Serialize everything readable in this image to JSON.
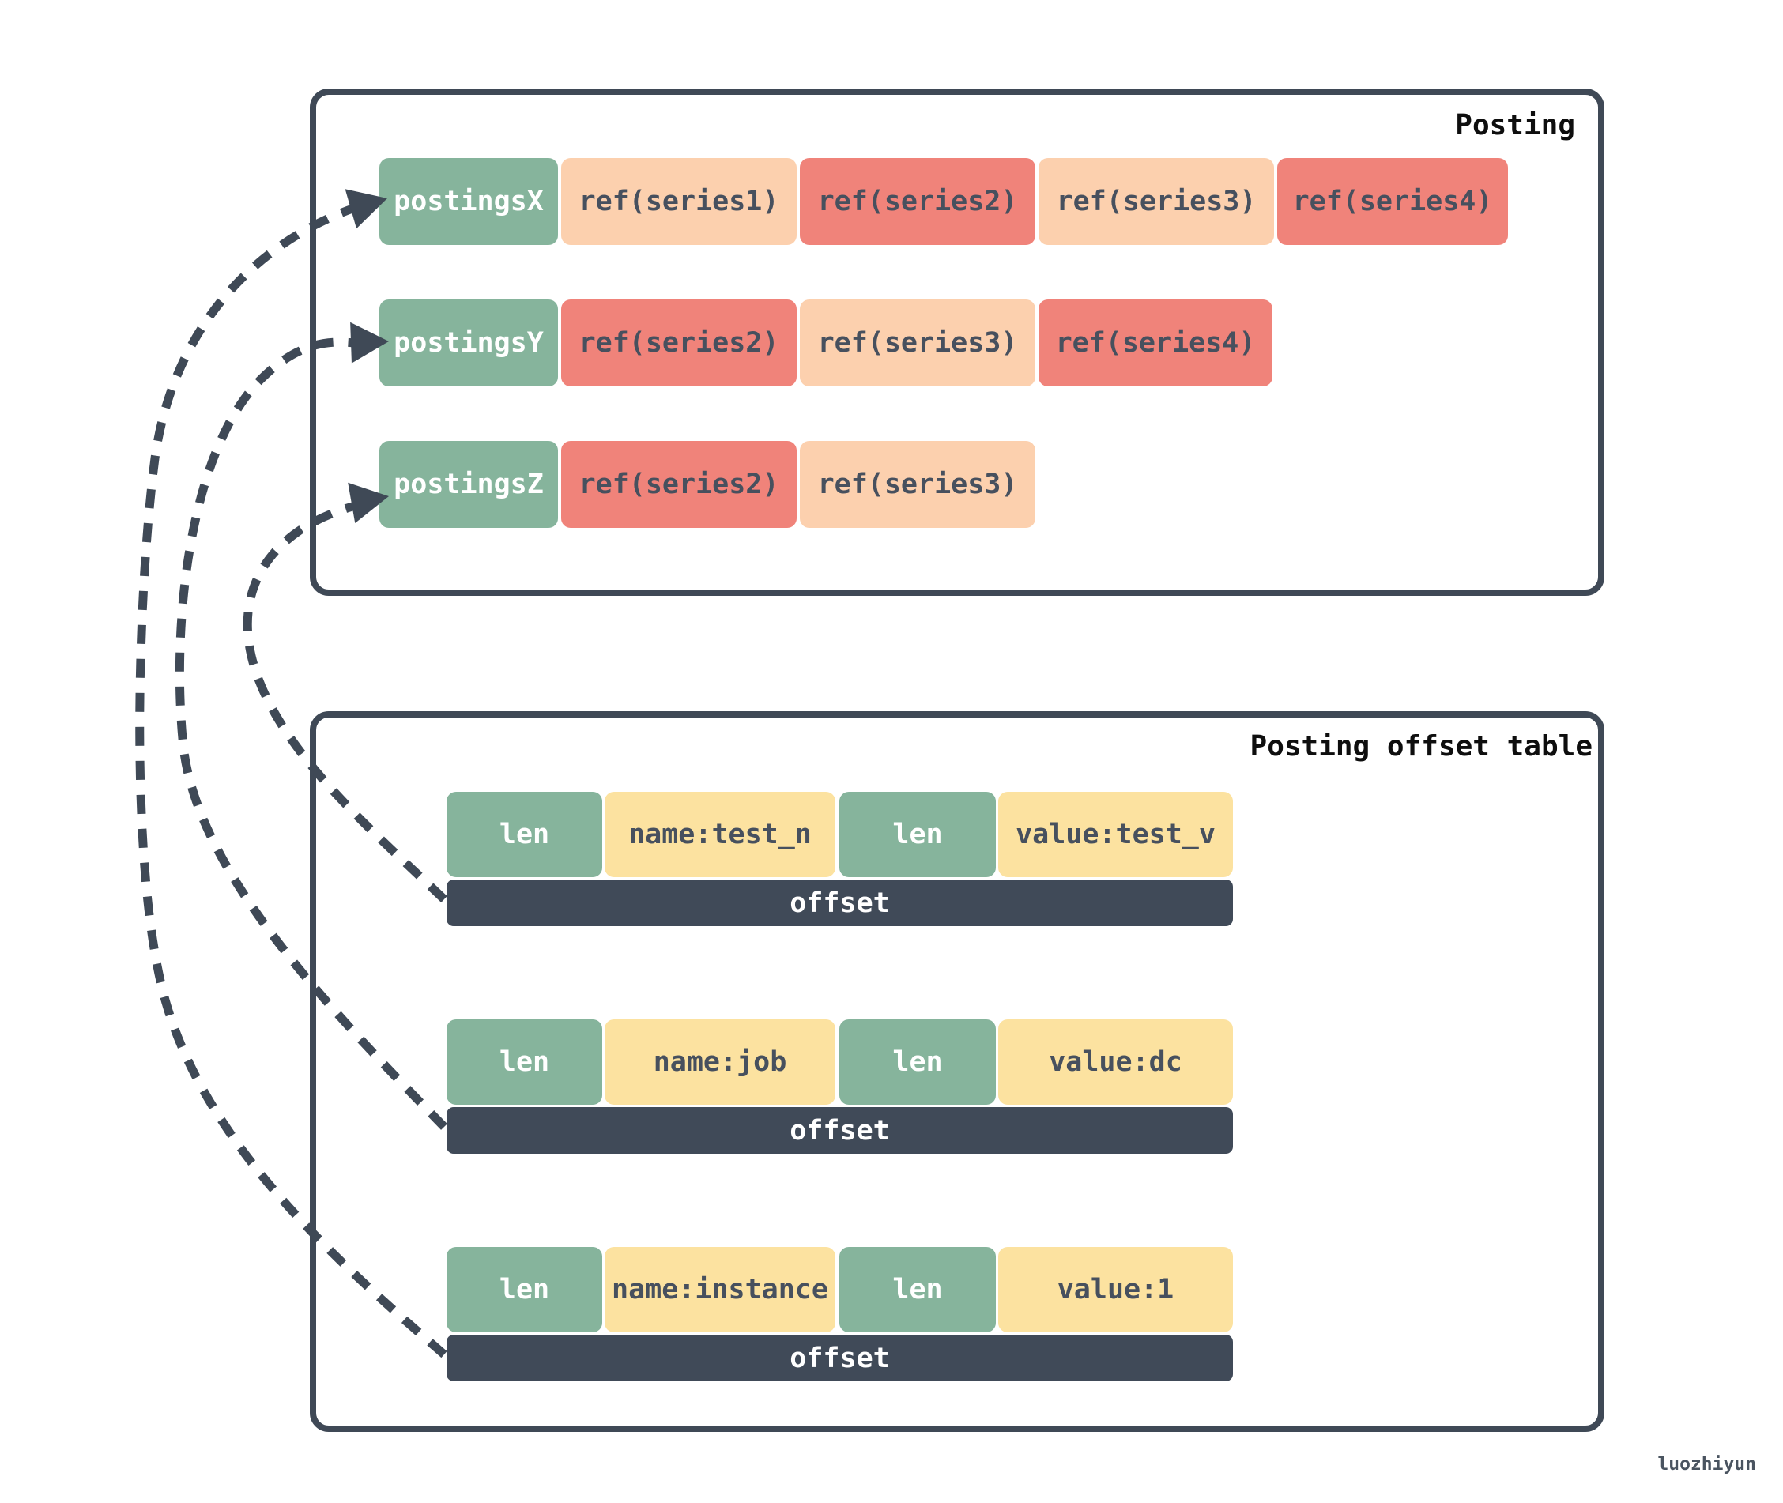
{
  "watermark": "luozhiyun",
  "colors": {
    "green": "#86b49c",
    "peach": "#fcd0ae",
    "salmon": "#f0837a",
    "yellow": "#fce2a0",
    "slate": "#3f4956",
    "cell_text": "#47505e"
  },
  "posting": {
    "title": "Posting",
    "rows": [
      {
        "key": "postingsX",
        "refs": [
          "ref(series1)",
          "ref(series2)",
          "ref(series3)",
          "ref(series4)"
        ]
      },
      {
        "key": "postingsY",
        "refs": [
          "ref(series2)",
          "ref(series3)",
          "ref(series4)"
        ]
      },
      {
        "key": "postingsZ",
        "refs": [
          "ref(series2)",
          "ref(series3)"
        ]
      }
    ]
  },
  "offset_table": {
    "title": "Posting offset table",
    "rows": [
      {
        "cells": [
          "len",
          "name:test_n",
          "len",
          "value:test_v"
        ],
        "offset": "offset"
      },
      {
        "cells": [
          "len",
          "name:job",
          "len",
          "value:dc"
        ],
        "offset": "offset"
      },
      {
        "cells": [
          "len",
          "name:instance",
          "len",
          "value:1"
        ],
        "offset": "offset"
      }
    ]
  }
}
